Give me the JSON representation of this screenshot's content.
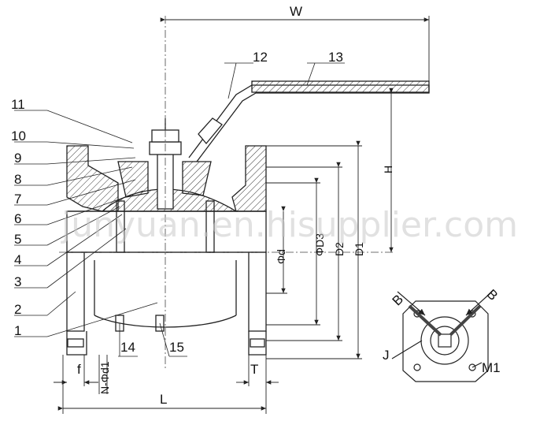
{
  "diagram": {
    "part_numbers": [
      "1",
      "2",
      "3",
      "4",
      "5",
      "6",
      "7",
      "8",
      "9",
      "10",
      "11",
      "12",
      "13",
      "14",
      "15"
    ],
    "dimensions": {
      "W": "W",
      "H": "H",
      "L": "L",
      "T": "T",
      "f": "f",
      "N_d1": "N-Φd1",
      "phi_d": "Φd",
      "phi_D3": "ΦD3",
      "D2": "D2",
      "D1": "D1",
      "B_left": "B",
      "B_right": "B",
      "J": "J",
      "M1": "M1"
    },
    "watermark": "junyuan.en.hisupplier.com"
  }
}
